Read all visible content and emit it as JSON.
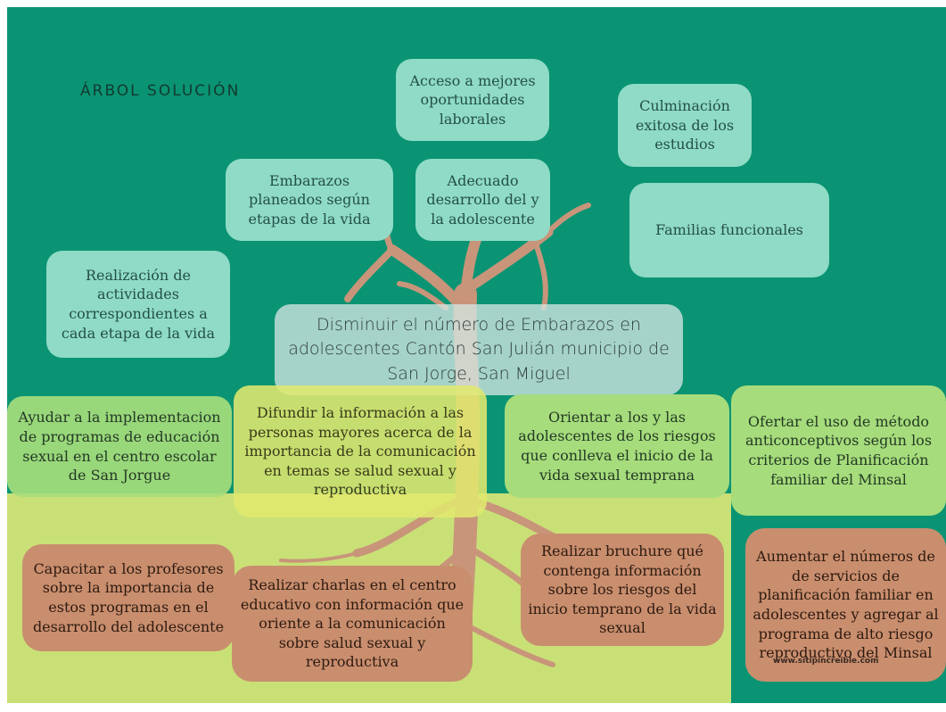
{
  "title": "ÁRBOL SOLUCIÓN",
  "fruits": [
    {
      "text": "Acceso a mejores oportunidades laborales"
    },
    {
      "text": "Culminación exitosa de los estudios"
    },
    {
      "text": "Embarazos planeados según etapas de la vida"
    },
    {
      "text": "Adecuado desarrollo del y la adolescente"
    },
    {
      "text": "Familias funcionales"
    },
    {
      "text": "Realización de actividades correspondientes a cada etapa de la vida"
    }
  ],
  "central_objective": "Disminuir el número de Embarazos en adolescentes Cantón San Julián municipio de San Jorge, San Miguel",
  "means": [
    {
      "text": "Ayudar a la implementacion de programas de educación sexual en el centro escolar de San Jorgue"
    },
    {
      "text": "Difundir la información a las personas mayores acerca de la importancia de la comunicación en temas se salud sexual y reproductiva"
    },
    {
      "text": "Orientar a los y las adolescentes de los riesgos que conlleva el inicio de la vida sexual temprana"
    },
    {
      "text": "Ofertar el uso de método anticonceptivos según los criterios de Planificación familiar del Minsal"
    }
  ],
  "actions": [
    {
      "text": "Capacitar a los profesores sobre la importancia de estos programas en el desarrollo del adolescente"
    },
    {
      "text": "Realizar charlas en el centro educativo con información que oriente a la comunicación sobre salud sexual y reproductiva"
    },
    {
      "text": "Realizar bruchure qué contenga información sobre los riesgos del inicio temprano de la vida sexual"
    },
    {
      "text": "Aumentar el números de de servicios de planificación familiar en adolescentes y agregar al programa de alto riesgo reproductivo del Minsal"
    }
  ],
  "watermark": "www.sitipincreible.com",
  "colors": {
    "background": "#0a9473",
    "ground": "#c9e077",
    "tree": "#c8957a"
  }
}
